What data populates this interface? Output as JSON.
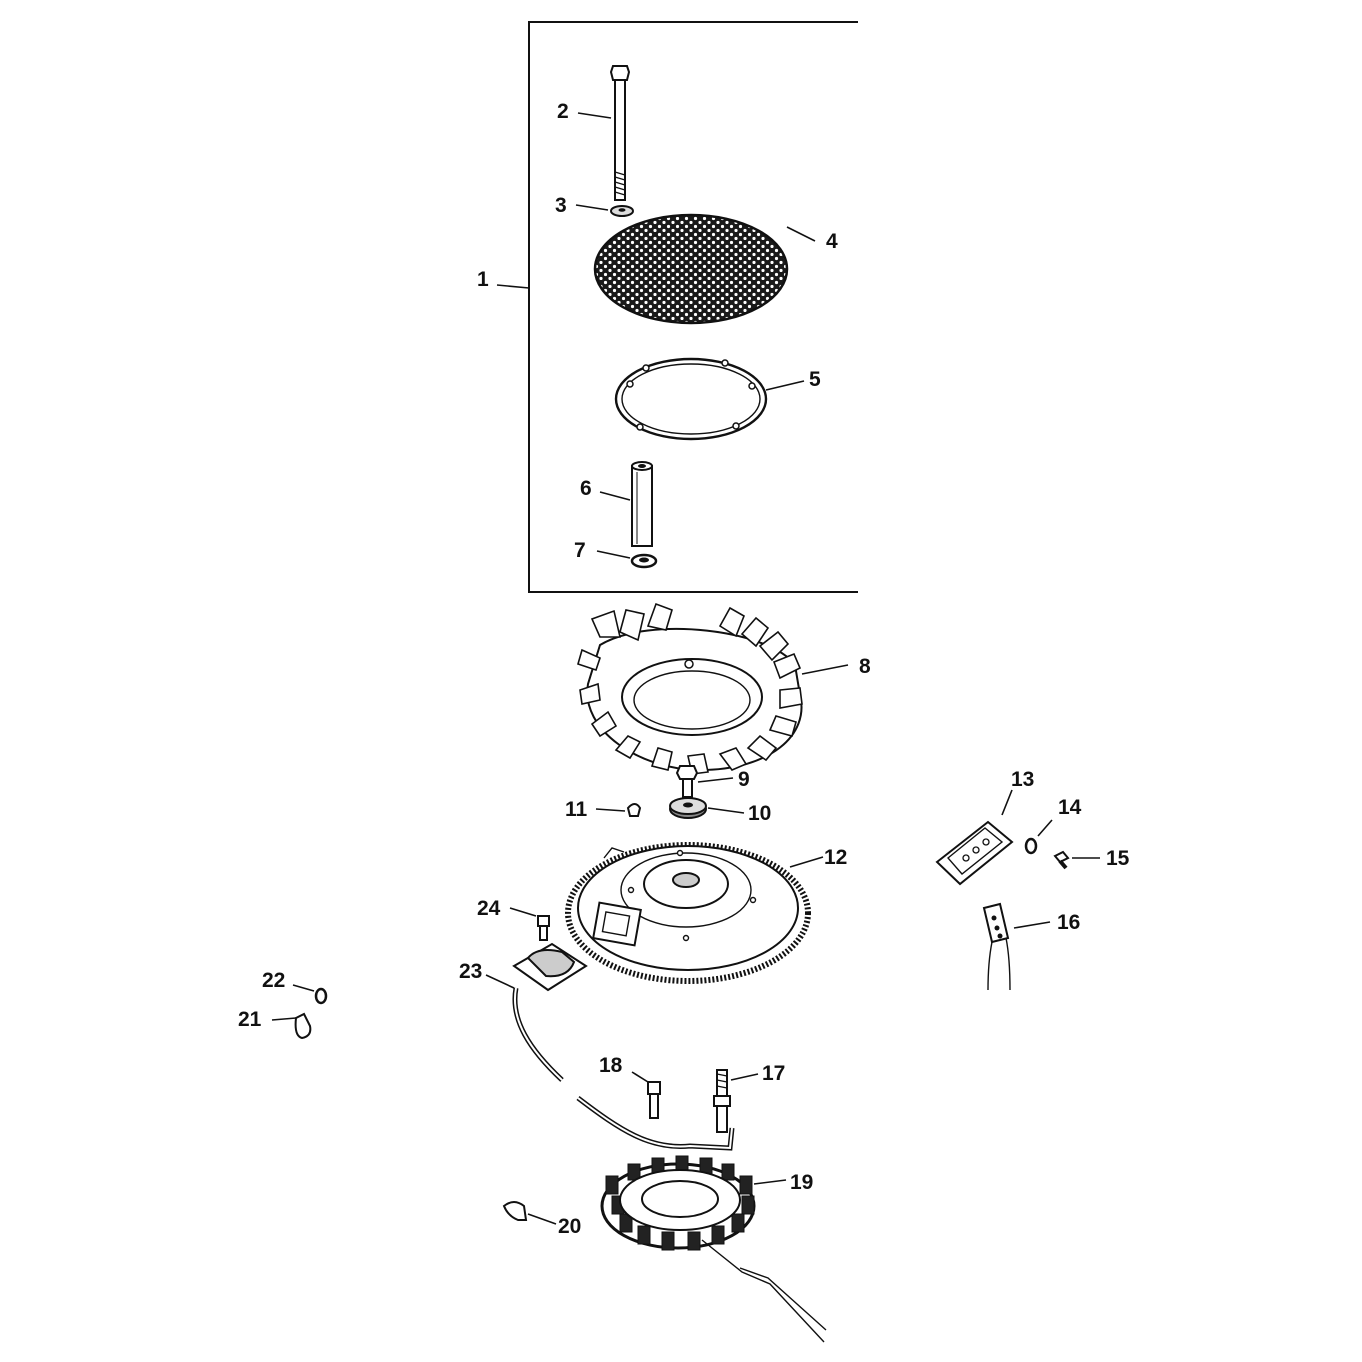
{
  "callouts": [
    {
      "id": 1,
      "label": "1"
    },
    {
      "id": 2,
      "label": "2"
    },
    {
      "id": 3,
      "label": "3"
    },
    {
      "id": 4,
      "label": "4"
    },
    {
      "id": 5,
      "label": "5"
    },
    {
      "id": 6,
      "label": "6"
    },
    {
      "id": 7,
      "label": "7"
    },
    {
      "id": 8,
      "label": "8"
    },
    {
      "id": 9,
      "label": "9"
    },
    {
      "id": 10,
      "label": "10"
    },
    {
      "id": 11,
      "label": "11"
    },
    {
      "id": 12,
      "label": "12"
    },
    {
      "id": 13,
      "label": "13"
    },
    {
      "id": 14,
      "label": "14"
    },
    {
      "id": 15,
      "label": "15"
    },
    {
      "id": 16,
      "label": "16"
    },
    {
      "id": 17,
      "label": "17"
    },
    {
      "id": 18,
      "label": "18"
    },
    {
      "id": 19,
      "label": "19"
    },
    {
      "id": 20,
      "label": "20"
    },
    {
      "id": 21,
      "label": "21"
    },
    {
      "id": 22,
      "label": "22"
    },
    {
      "id": 23,
      "label": "23"
    },
    {
      "id": 24,
      "label": "24"
    }
  ],
  "colors": {
    "ink": "#111111",
    "paper": "#ffffff"
  }
}
